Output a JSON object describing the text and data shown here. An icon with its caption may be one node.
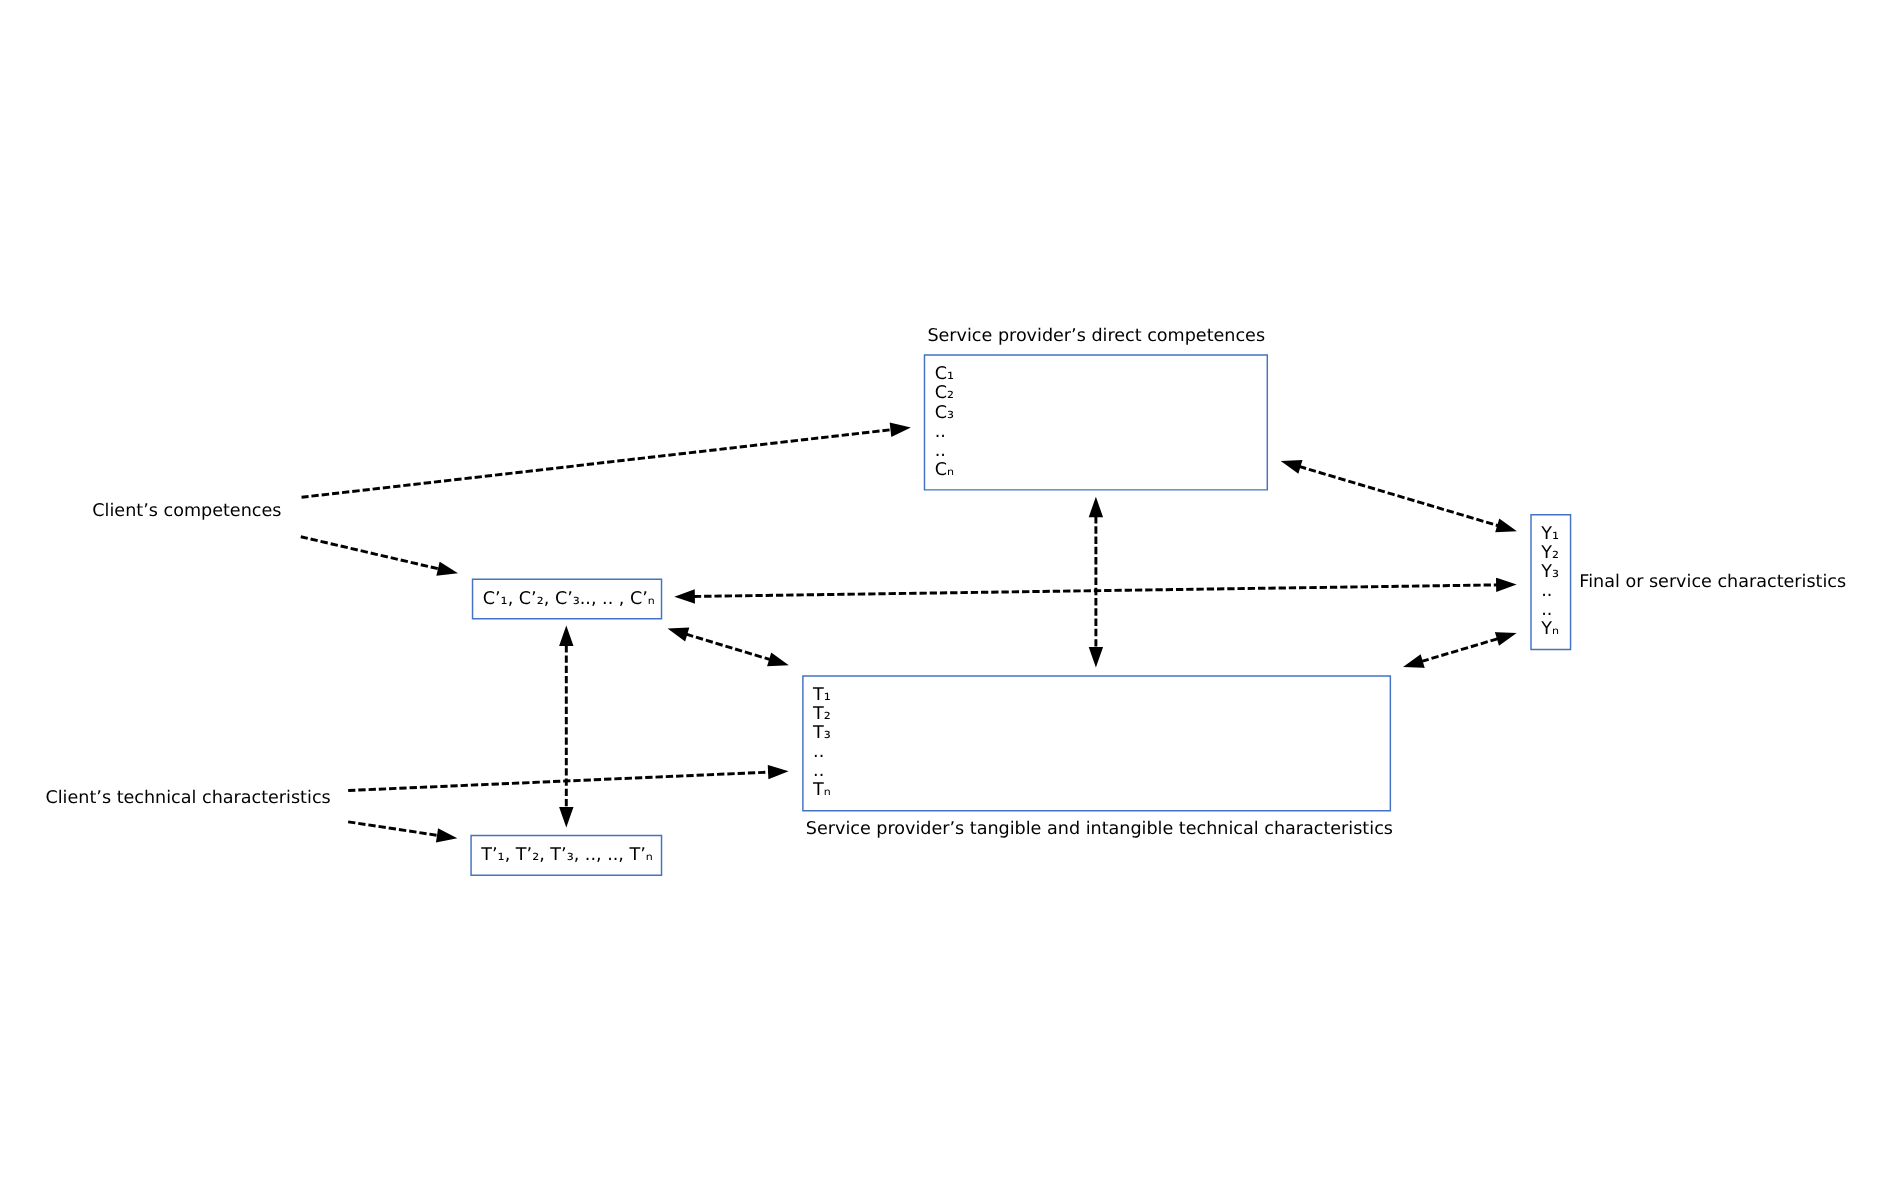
{
  "diagram": {
    "nodes": [
      {
        "text": [
          "Client’s competences"
        ]
      },
      {
        "text": [
          "C’₁, C’₂, C’₃.., .. , C’ₙ"
        ]
      },
      {
        "text": [
          "C₁",
          "C₂",
          "C₃",
          "..",
          "..",
          "Cₙ"
        ],
        "beside": [
          "Service provider’s direct competences"
        ]
      },
      {
        "text": [
          "Y₁",
          "Y₂",
          "Y₃",
          "..",
          "..",
          "Yₙ"
        ],
        "beside": [
          "Final or service characteristics"
        ]
      },
      {
        "text": [
          "T’₁, T’₂, T’₃, .., .., T’ₙ"
        ]
      },
      {
        "text": [
          "Client’s technical characteristics"
        ]
      },
      {
        "text": [
          "T₁",
          "T₂",
          "T₃",
          "..",
          "..",
          "Tₙ"
        ],
        "beside": [
          "Service provider’s tangible and intangible technical characteristics"
        ]
      }
    ],
    "edges": [
      {
        "from": 0,
        "to": 1,
        "arrow": "to",
        "style": "dashed"
      },
      {
        "from": 0,
        "to": 2,
        "arrow": "to",
        "style": "dashed"
      },
      {
        "from": 2,
        "to": 3,
        "arrow": "both",
        "style": "dashed"
      },
      {
        "from": 1,
        "to": 3,
        "arrow": "both",
        "style": "dashed"
      },
      {
        "from": 2,
        "to": 6,
        "arrow": "both",
        "style": "dashed"
      },
      {
        "from": 1,
        "to": 4,
        "arrow": "both",
        "style": "dashed"
      },
      {
        "from": 1,
        "to": 6,
        "arrow": "both",
        "style": "dashed"
      },
      {
        "from": 6,
        "to": 3,
        "arrow": "both",
        "style": "dashed"
      },
      {
        "from": 5,
        "to": 4,
        "arrow": "to",
        "style": "dashed"
      },
      {
        "from": 5,
        "to": 6,
        "arrow": "to",
        "style": "dashed"
      }
    ]
  }
}
